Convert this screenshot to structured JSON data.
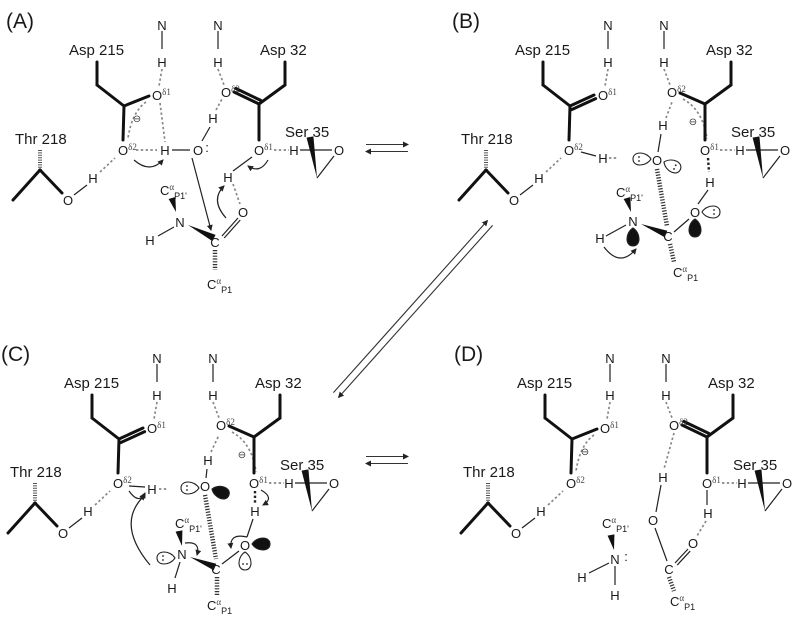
{
  "panels": [
    {
      "label": "(A)"
    },
    {
      "label": "(B)"
    },
    {
      "label": "(C)"
    },
    {
      "label": "(D)"
    }
  ],
  "residues": {
    "asp215": "Asp 215",
    "asp32": "Asp 32",
    "thr218": "Thr 218",
    "ser35": "Ser 35"
  },
  "atoms": {
    "O": "O",
    "H": "H",
    "N": "N",
    "C": "C"
  },
  "labels": {
    "delta1": "δ1",
    "delta2": "δ2",
    "alpha": "α",
    "p1": "P1",
    "p1prime": "P1'",
    "charge": "⊖",
    "lone_pair": ":"
  }
}
